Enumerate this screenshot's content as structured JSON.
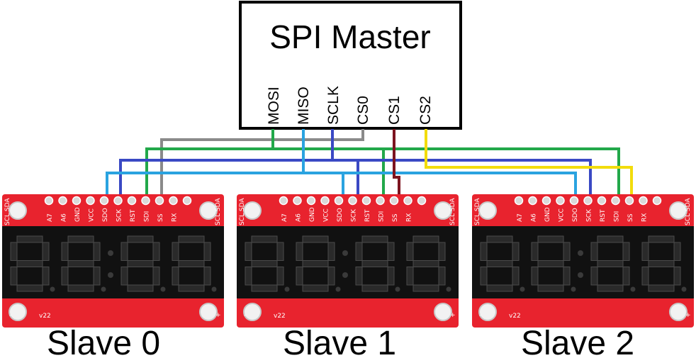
{
  "master": {
    "title": "SPI Master",
    "pins": [
      "MOSI",
      "MISO",
      "SCLK",
      "CS0",
      "CS1",
      "CS2"
    ]
  },
  "slaves": [
    {
      "label": "Slave 0"
    },
    {
      "label": "Slave 1"
    },
    {
      "label": "Slave 2"
    }
  ],
  "board": {
    "header_pins": [
      "SCL",
      "SDA",
      "A7",
      "A6",
      "GND",
      "VCC",
      "SDO",
      "SCK",
      "RST",
      "SDI",
      "SS",
      "RX",
      "SCL",
      "SDA"
    ],
    "bottom_marks": [
      "-",
      "+"
    ],
    "version": "v22"
  },
  "colors": {
    "board_red": "#e8232e",
    "display_black": "#111111",
    "MOSI": "#22a84a",
    "MISO": "#2aa3e0",
    "SCLK": "#3a49c4",
    "CS0": "#8a8a8a",
    "CS1": "#7d1420",
    "CS2": "#f2dc0c"
  }
}
